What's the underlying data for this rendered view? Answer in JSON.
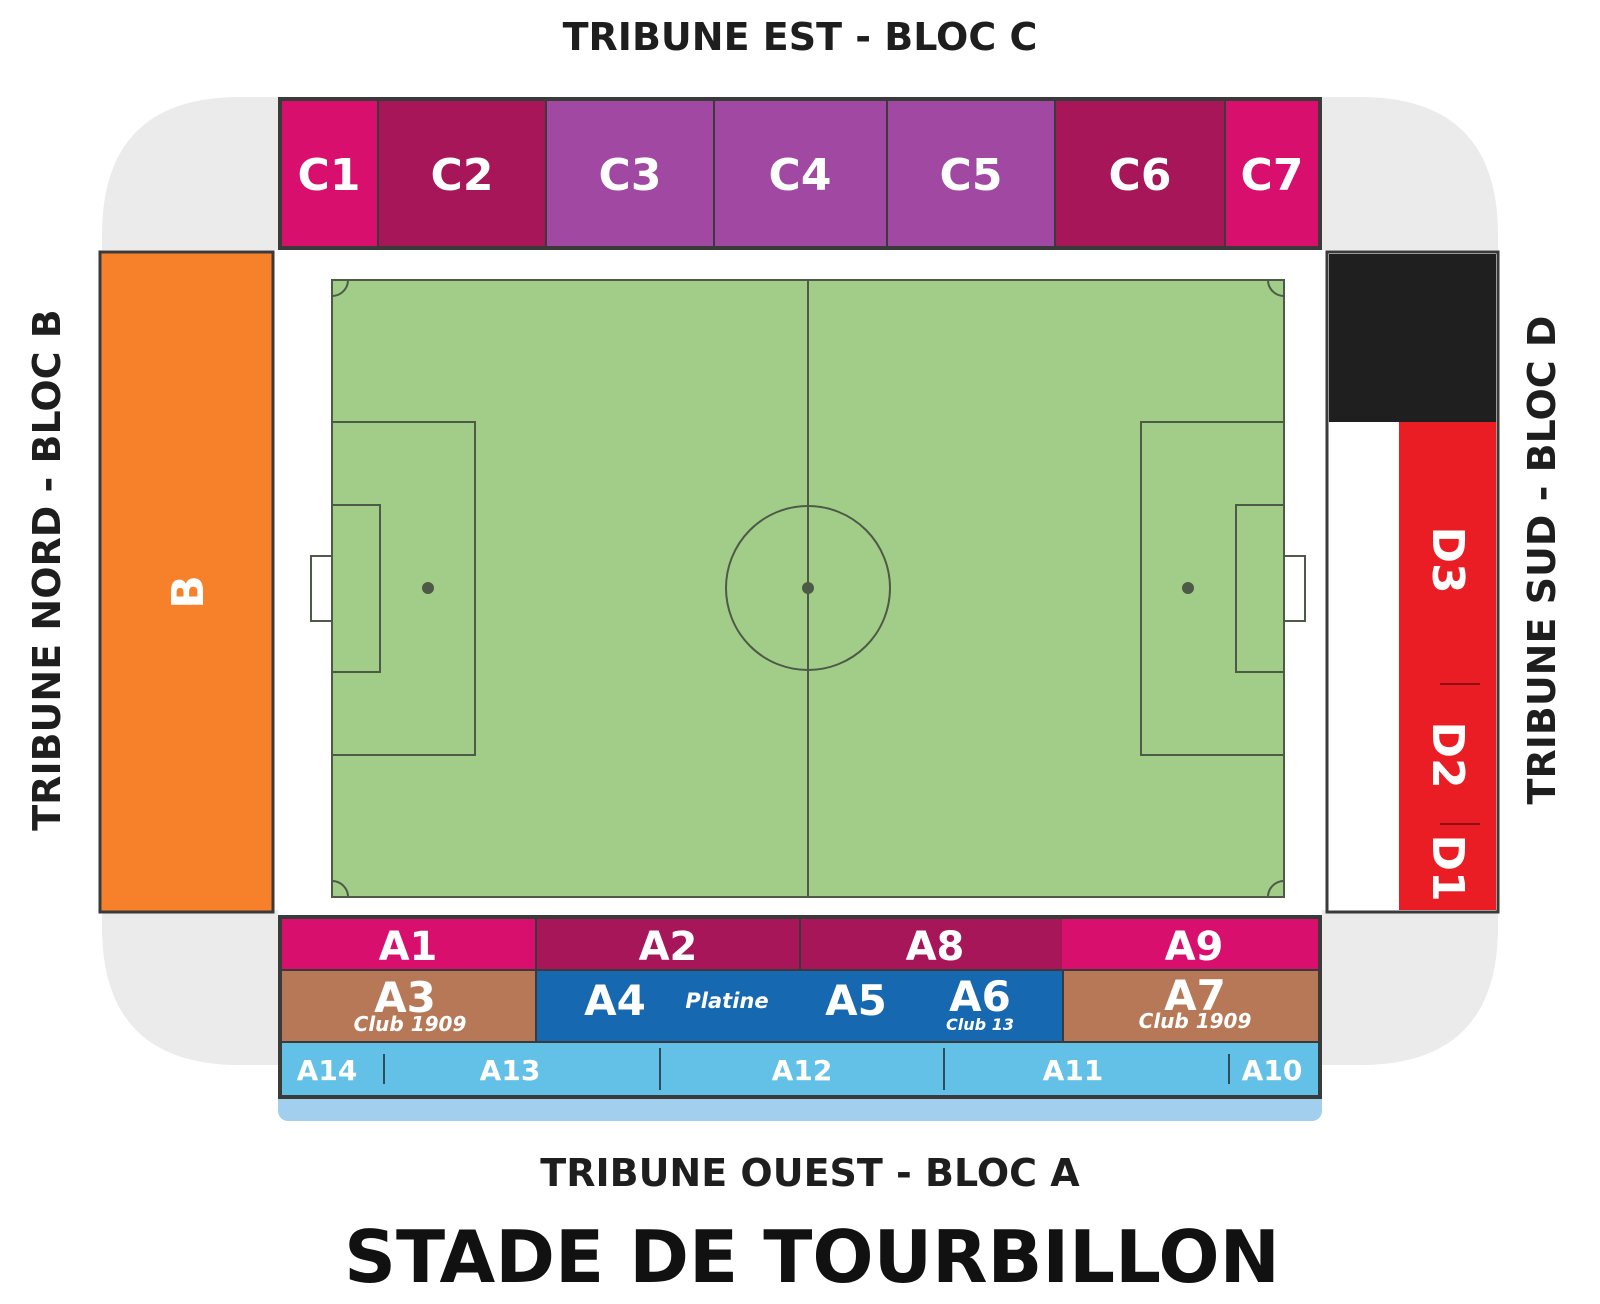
{
  "map": {
    "title": "STADE DE TOURBILLON",
    "stands": {
      "east": "TRIBUNE EST - BLOC C",
      "north": "TRIBUNE NORD - BLOC B",
      "south": "TRIBUNE SUD - BLOC D",
      "west": "TRIBUNE OUEST - BLOC A"
    },
    "colors": {
      "magenta": "#D90F6E",
      "wine": "#A8165A",
      "purple": "#A148A2",
      "orange": "#F7802A",
      "red": "#EB1D24",
      "black": "#1F1F1F",
      "copper": "#B67856",
      "blue": "#1668B0",
      "light_blue": "#63C0E6",
      "pitch": "#A2CD89",
      "corner_grey": "#EBEBEB"
    },
    "sections": {
      "C1": "C1",
      "C2": "C2",
      "C3": "C3",
      "C4": "C4",
      "C5": "C5",
      "C6": "C6",
      "C7": "C7",
      "B": "B",
      "D1": "D1",
      "D2": "D2",
      "D3": "D3",
      "A1": "A1",
      "A2": "A2",
      "A8": "A8",
      "A9": "A9",
      "A3": "A3",
      "A3_sub": "Club 1909",
      "A4": "A4",
      "A4_sub": "Platine",
      "A5": "A5",
      "A6": "A6",
      "A6_sub": "Club 13",
      "A7": "A7",
      "A7_sub": "Club 1909",
      "A10": "A10",
      "A11": "A11",
      "A12": "A12",
      "A13": "A13",
      "A14": "A14"
    }
  }
}
